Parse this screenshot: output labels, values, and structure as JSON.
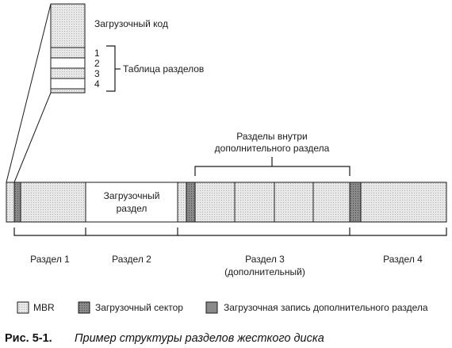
{
  "mbr_block": {
    "boot_code": "Загрузочный код",
    "entries": [
      "1",
      "2",
      "3",
      "4"
    ],
    "partition_table": "Таблица разделов"
  },
  "extended_group_label": {
    "line1": "Разделы внутри",
    "line2": "дополнительного раздела"
  },
  "boot_partition_label": {
    "line1": "Загрузочный",
    "line2": "раздел"
  },
  "partitions": [
    {
      "line1": "Раздел 1",
      "line2": ""
    },
    {
      "line1": "Раздел 2",
      "line2": ""
    },
    {
      "line1": "Раздел 3",
      "line2": "(дополнительный)"
    },
    {
      "line1": "Раздел 4",
      "line2": ""
    }
  ],
  "legend": [
    {
      "label": "MBR"
    },
    {
      "label": "Загрузочный сектор"
    },
    {
      "label": "Загрузочная запись дополнительного раздела"
    }
  ],
  "caption": {
    "number": "Рис. 5-1.",
    "text": "Пример структуры разделов жесткого диска"
  },
  "colors": {
    "light_fill": "#e4e4e4",
    "dark_fill": "#8c8c8c",
    "line": "#1a1a1a"
  }
}
